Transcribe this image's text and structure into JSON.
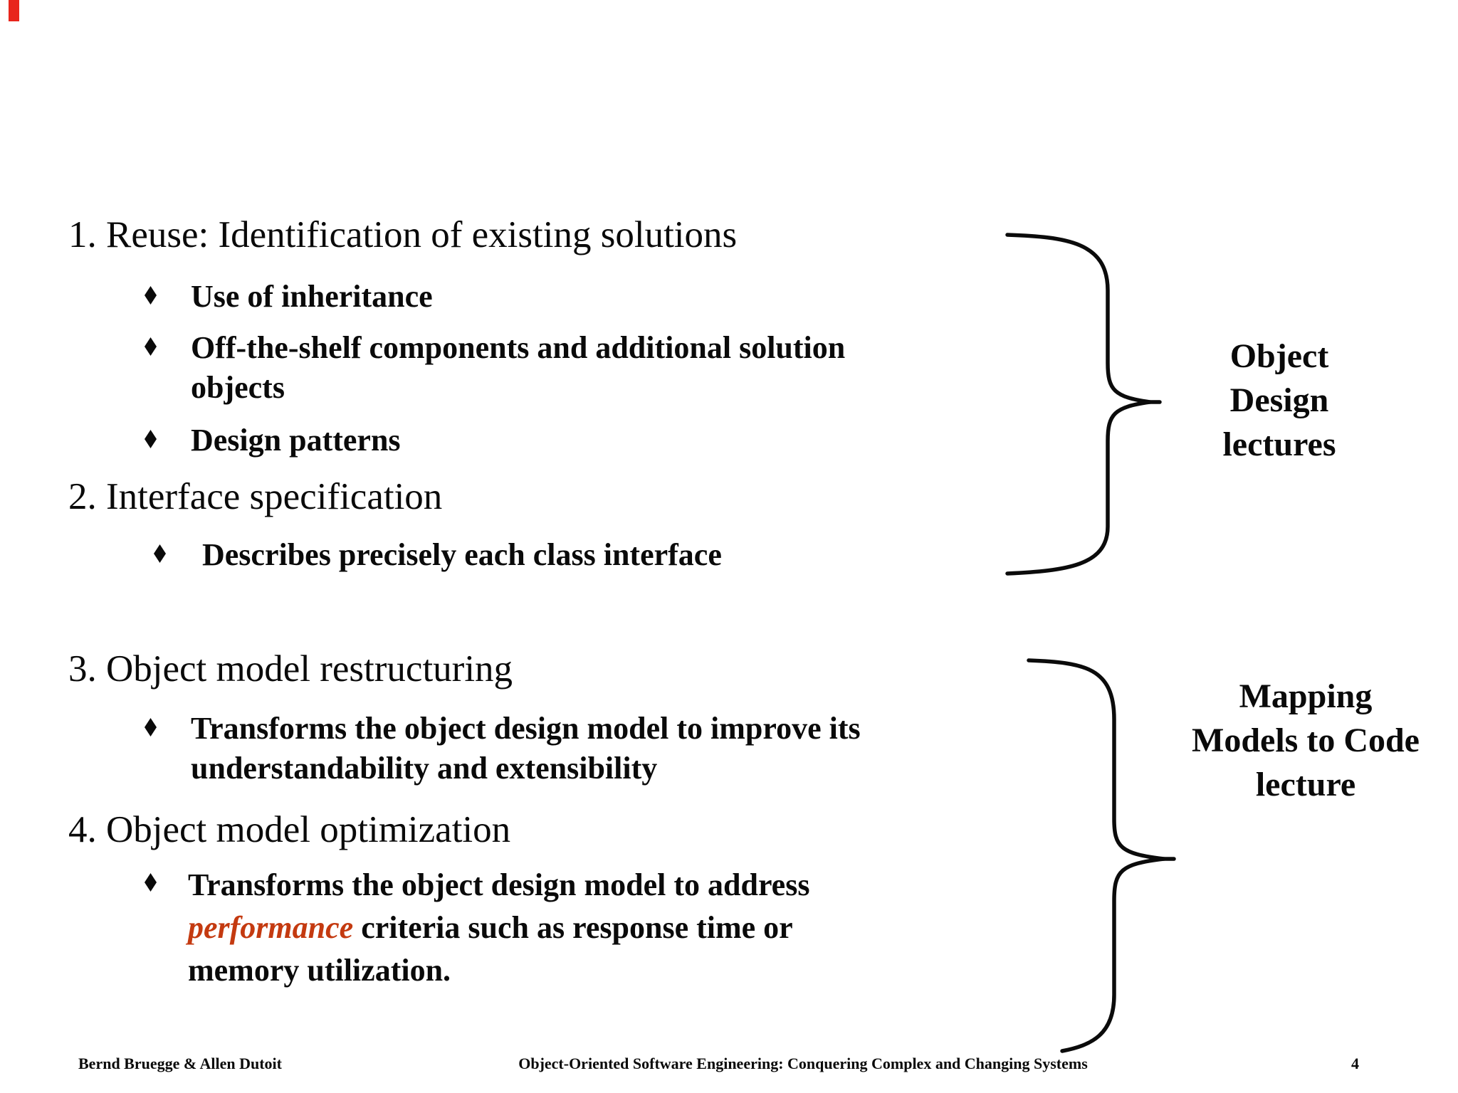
{
  "colors": {
    "highlight": "#c43a10",
    "corner_mark": "#e8251c",
    "ink": "#0a0a0a"
  },
  "slide": {
    "sections": [
      {
        "heading": "1. Reuse: Identification of existing solutions",
        "bullets": [
          {
            "lines": [
              "Use of inheritance"
            ]
          },
          {
            "lines": [
              "Off-the-shelf components and additional solution",
              "objects"
            ]
          },
          {
            "lines": [
              "Design patterns"
            ]
          }
        ]
      },
      {
        "heading": "2. Interface specification",
        "bullets": [
          {
            "lines": [
              "Describes precisely each class interface"
            ]
          }
        ]
      },
      {
        "heading": "3. Object model restructuring",
        "bullets": [
          {
            "lines": [
              "Transforms the object design model to improve its",
              "understandability and extensibility"
            ]
          }
        ]
      },
      {
        "heading": "4. Object model optimization",
        "bullets": [
          {
            "line1": "Transforms the object design model to address",
            "line2_highlight": "performance",
            "line2_rest": " criteria such as response time or",
            "line3": "memory utilization."
          }
        ]
      }
    ],
    "annotations": [
      {
        "lines": [
          "Object",
          "Design",
          "lectures"
        ]
      },
      {
        "lines": [
          "Mapping",
          "Models to Code",
          "lecture"
        ]
      }
    ],
    "footer": {
      "authors": "Bernd Bruegge & Allen Dutoit",
      "book_title": "Object-Oriented Software Engineering: Conquering Complex and Changing Systems",
      "page": "4"
    }
  }
}
